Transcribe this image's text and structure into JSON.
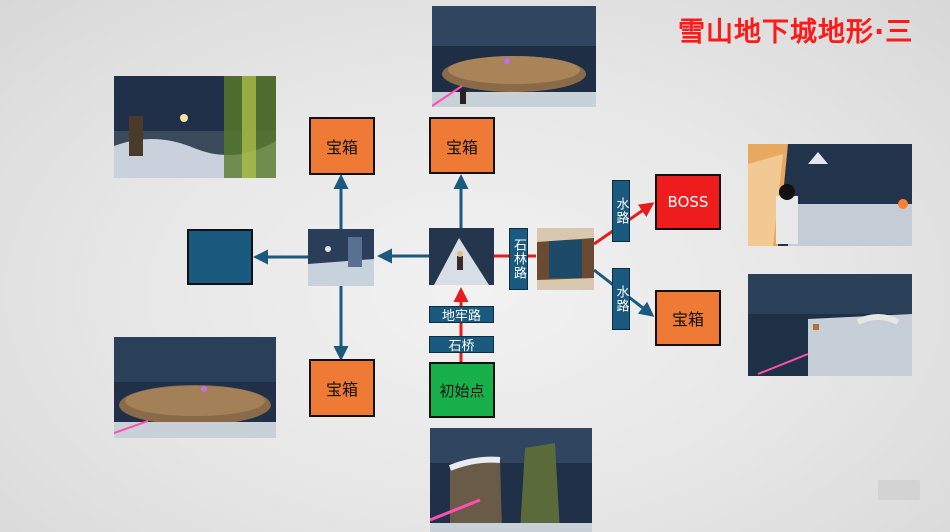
{
  "title": "雪山地下城地形·三",
  "nodes": {
    "chest_up_left": "宝箱",
    "chest_up_mid": "宝箱",
    "chest_down_left": "宝箱",
    "chest_right": "宝箱",
    "boss": "BOSS",
    "start": "初始点"
  },
  "labels": {
    "stone_forest_road": "石林路",
    "dungeon_road": "地牢路",
    "stone_bridge": "石桥",
    "water_road_top": "水路",
    "water_road_bottom": "水路"
  },
  "colors": {
    "chest": "#ee7a35",
    "boss": "#ee1c1c",
    "start": "#18b04a",
    "room": "#1a5a7e",
    "arrow_blue": "#1a5a7e",
    "arrow_red": "#e81c1c",
    "title": "#ff1a1a"
  }
}
